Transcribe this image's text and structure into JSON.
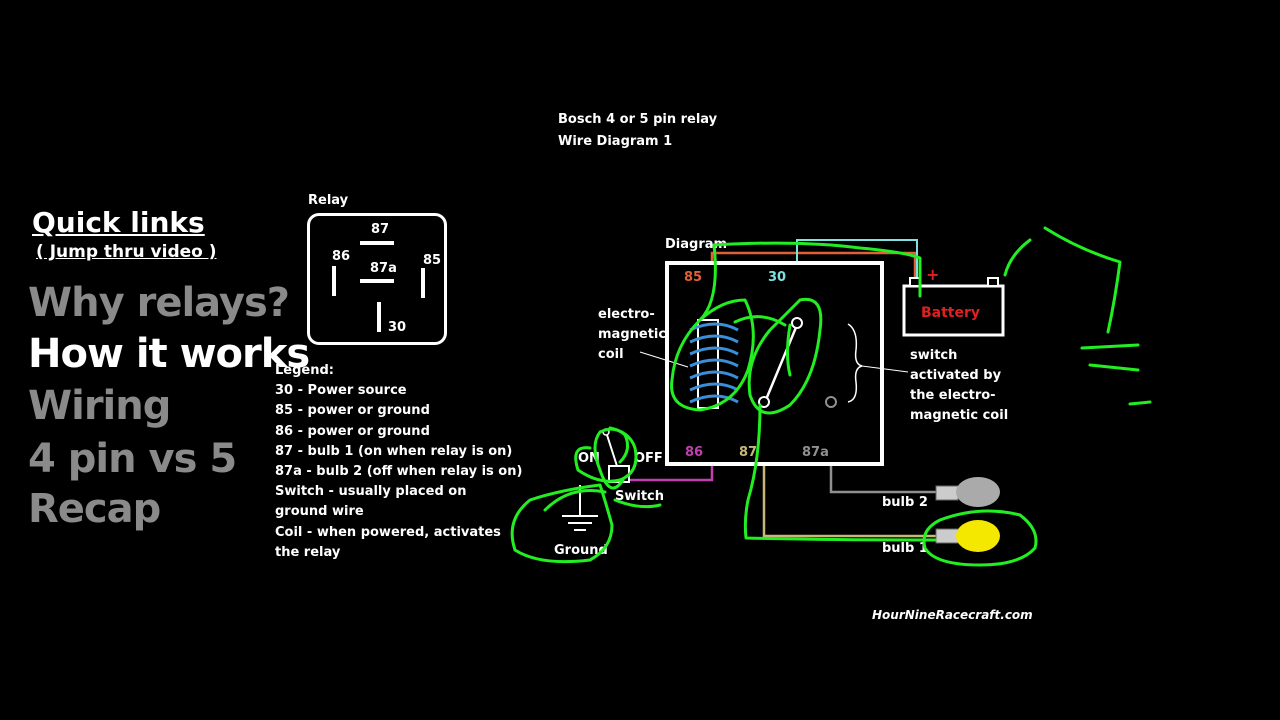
{
  "title": {
    "line1": "Bosch 4 or 5 pin relay",
    "line2": "Wire Diagram 1"
  },
  "quick_links": {
    "heading": "Quick links",
    "subheading": "( Jump thru video )",
    "items": [
      {
        "label": "Why relays?",
        "active": false
      },
      {
        "label": "How it works",
        "active": true
      },
      {
        "label": "Wiring",
        "active": false
      },
      {
        "label": "4 pin vs 5",
        "active": false
      },
      {
        "label": "Recap",
        "active": false
      }
    ]
  },
  "relay_icon": {
    "heading": "Relay",
    "pins": {
      "p87": "87",
      "p86": "86",
      "p87a": "87a",
      "p85": "85",
      "p30": "30"
    }
  },
  "legend": {
    "heading": "Legend:",
    "lines": [
      "30 - Power source",
      "85 - power or ground",
      "86 - power or ground",
      "87 - bulb 1 (on when relay is on)",
      "87a - bulb 2 (off when relay is on)",
      "Switch - usually placed on",
      "ground wire",
      "Coil - when powered, activates",
      "the relay"
    ]
  },
  "diagram": {
    "heading": "Diagram",
    "pins": {
      "p85": "85",
      "p30": "30",
      "p86": "86",
      "p87": "87",
      "p87a": "87a"
    },
    "coil_label": [
      "electro-",
      "magnetic",
      "coil"
    ],
    "switch_note": [
      "switch",
      "activated by",
      "the electro-",
      "magnetic coil"
    ],
    "battery_label": "Battery",
    "battery_plus": "+",
    "switch_label": "Switch",
    "switch_on": "ON",
    "switch_off": "OFF",
    "ground_label": "Ground",
    "bulb2_label": "bulb 2",
    "bulb1_label": "bulb 1"
  },
  "watermark": "HourNineRacecraft.com",
  "colors": {
    "background": "#000000",
    "annotation_green": "#22ee22",
    "pin85": "#e0603a",
    "pin30": "#7fe0e0",
    "pin86": "#c040b0",
    "pin87": "#c8b878",
    "pin87a": "#909090",
    "coil_blue": "#3a8fd8",
    "battery_red": "#e02020",
    "bulb_yellow": "#f5e800",
    "bulb_gray": "#aaaaaa",
    "nav_inactive": "#8a8a8a",
    "nav_active": "#ffffff"
  },
  "icons": [
    "battery-icon",
    "bulb-icon",
    "switch-icon",
    "ground-icon",
    "coil-icon"
  ]
}
